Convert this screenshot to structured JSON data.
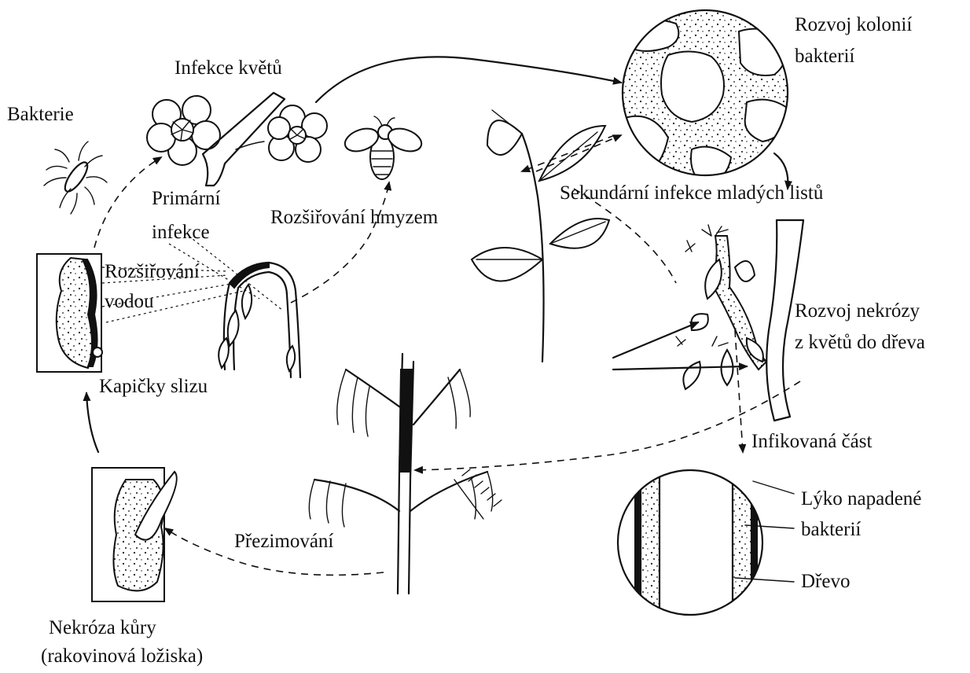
{
  "labels": {
    "bakterie": "Bakterie",
    "infekce_kvetu": "Infekce květů",
    "primarni_infekce_1": "Primární",
    "primarni_infekce_2": "infekce",
    "rozsirovani_hmyzem": "Rozšiřování hmyzem",
    "rozsirovani_vodou_1": "Rozšiřování",
    "rozsirovani_vodou_2": "vodou",
    "kapicky_slizu": "Kapičky slizu",
    "rozvoj_kolonii_1": "Rozvoj kolonií",
    "rozvoj_kolonii_2": "bakterií",
    "sekundarni_infekce": "Sekundární infekce mladých listů",
    "rozvoj_nekrozy_1": "Rozvoj nekrózy",
    "rozvoj_nekrozy_2": "z květů do dřeva",
    "infikovana_cast": "Infikovaná část",
    "lyko_1": "Lýko napadené",
    "lyko_2": "bakterií",
    "drevo": "Dřevo",
    "prezimovani": "Přezimování",
    "nekroza_1": "Nekróza kůry",
    "nekroza_2": "(rakovinová ložiska)"
  },
  "colors": {
    "ink": "#111111",
    "paper": "#ffffff"
  }
}
